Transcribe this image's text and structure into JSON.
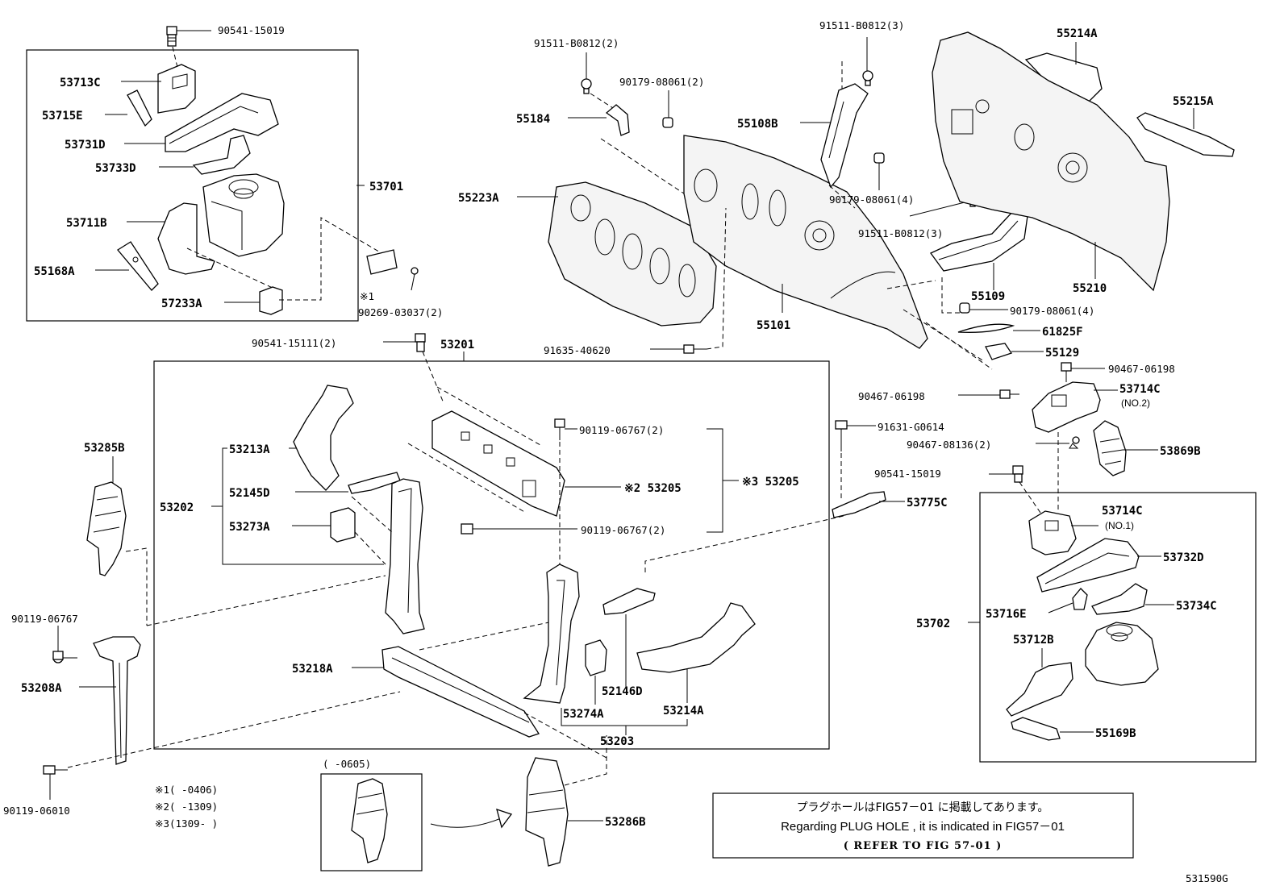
{
  "diagram_code": "531590G",
  "labels": {
    "p_90541_15019_top": "90541-15019",
    "p_53713C": "53713C",
    "p_53715E": "53715E",
    "p_53731D": "53731D",
    "p_53733D": "53733D",
    "p_53701": "53701",
    "p_53711B": "53711B",
    "p_55168A": "55168A",
    "p_57233A": "57233A",
    "p_note1_mark": "※1",
    "p_90269_03037": "90269-03037(2)",
    "p_91511_B0812_2": "91511-B0812(2)",
    "p_90179_08061_2": "90179-08061(2)",
    "p_55184": "55184",
    "p_55223A": "55223A",
    "p_91511_B0812_3a": "91511-B0812(3)",
    "p_55108B": "55108B",
    "p_90179_08061_4a": "90179-08061(4)",
    "p_91511_B0812_3b": "91511-B0812(3)",
    "p_55109": "55109",
    "p_55101": "55101",
    "p_90179_08061_4b": "90179-08061(4)",
    "p_61825F": "61825F",
    "p_55129": "55129",
    "p_55214A": "55214A",
    "p_55215A": "55215A",
    "p_55210": "55210",
    "p_90541_15111": "90541-15111(2)",
    "p_53201": "53201",
    "p_91635_40620": "91635-40620",
    "p_90467_06198_a": "90467-06198",
    "p_90467_06198_b": "90467-06198",
    "p_53714C_2": "53714C",
    "p_no2": "(NO.2)",
    "p_91631_G0614": "91631-G0614",
    "p_90467_08136": "90467-08136(2)",
    "p_53869B": "53869B",
    "p_90541_15019_r": "90541-15019",
    "p_53775C": "53775C",
    "p_53714C_1": "53714C",
    "p_no1": "(NO.1)",
    "p_53732D": "53732D",
    "p_53716E": "53716E",
    "p_53734C": "53734C",
    "p_53702": "53702",
    "p_53712B": "53712B",
    "p_55169B": "55169B",
    "p_53285B": "53285B",
    "p_53213A": "53213A",
    "p_52145D": "52145D",
    "p_53202": "53202",
    "p_53273A": "53273A",
    "p_90119_06767_2a": "90119-06767(2)",
    "p_note2_53205": "※2 53205",
    "p_note3_53205": "※3 53205",
    "p_90119_06767_2b": "90119-06767(2)",
    "p_90119_06767": "90119-06767",
    "p_53208A": "53208A",
    "p_53218A": "53218A",
    "p_52146D": "52146D",
    "p_53274A": "53274A",
    "p_53214A": "53214A",
    "p_53203": "53203",
    "p_90119_06010": "90119-06010",
    "p_0605": "(      -0605)",
    "p_53286B": "53286B"
  },
  "footnotes": [
    "※1(    -0406)",
    "※2(    -1309)",
    "※3(1309-     )"
  ],
  "note_box": {
    "japanese": "プラグホールはFIG57－01 に掲載してあります。",
    "english": "Regarding  PLUG HOLE , it is indicated in FIG57－01",
    "reference": "(    REFER TO FIG 57-01     )"
  }
}
